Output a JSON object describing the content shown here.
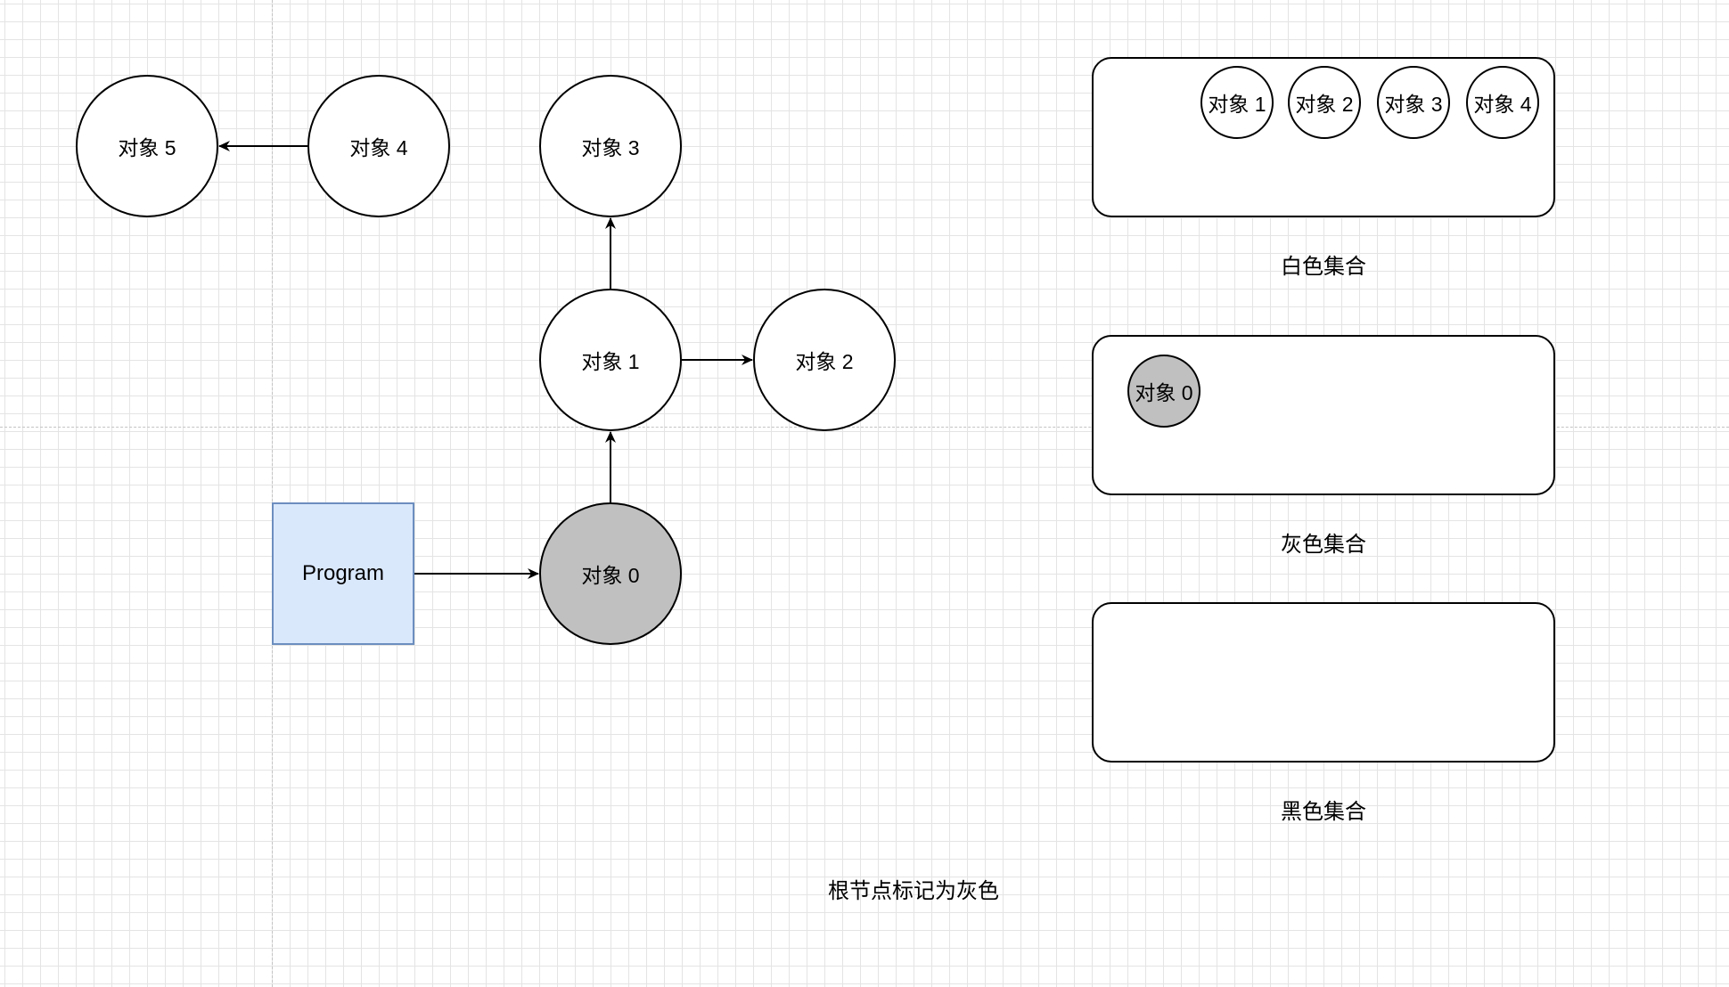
{
  "diagram": {
    "nodes": {
      "obj5": "对象 5",
      "obj4": "对象 4",
      "obj3": "对象 3",
      "obj1": "对象 1",
      "obj2": "对象 2",
      "obj0": "对象 0",
      "program": "Program"
    },
    "edges": [
      {
        "from": "obj4",
        "to": "obj5"
      },
      {
        "from": "obj1",
        "to": "obj3"
      },
      {
        "from": "obj1",
        "to": "obj2"
      },
      {
        "from": "obj0",
        "to": "obj1"
      },
      {
        "from": "program",
        "to": "obj0"
      }
    ],
    "colors": {
      "grey_fill": "#c0c0c0",
      "program_fill": "#dae8fc",
      "program_border": "#6c8ebf"
    }
  },
  "sets": {
    "white": {
      "label": "白色集合",
      "items": [
        "对象 1",
        "对象 2",
        "对象 3",
        "对象 4"
      ]
    },
    "grey": {
      "label": "灰色集合",
      "items": [
        "对象 0"
      ]
    },
    "black": {
      "label": "黑色集合",
      "items": []
    }
  },
  "caption": "根节点标记为灰色"
}
